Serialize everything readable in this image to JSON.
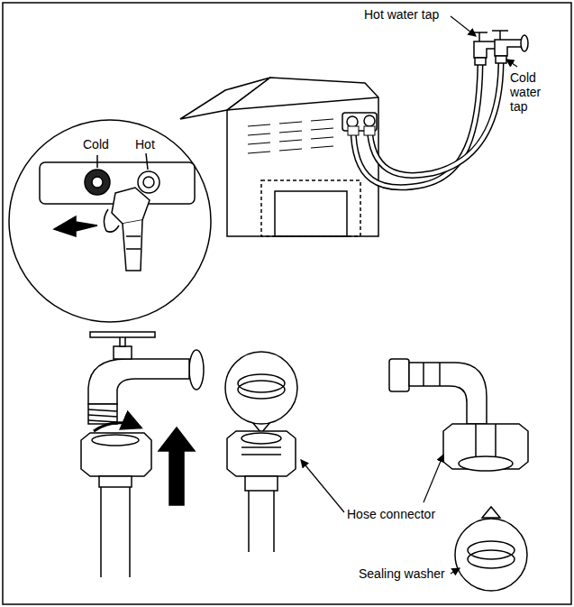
{
  "diagram": {
    "labels": [
      "Hot water tap",
      "Cold water tap",
      "Cold",
      "Hot",
      "Hose connector",
      "Sealing washer"
    ]
  }
}
